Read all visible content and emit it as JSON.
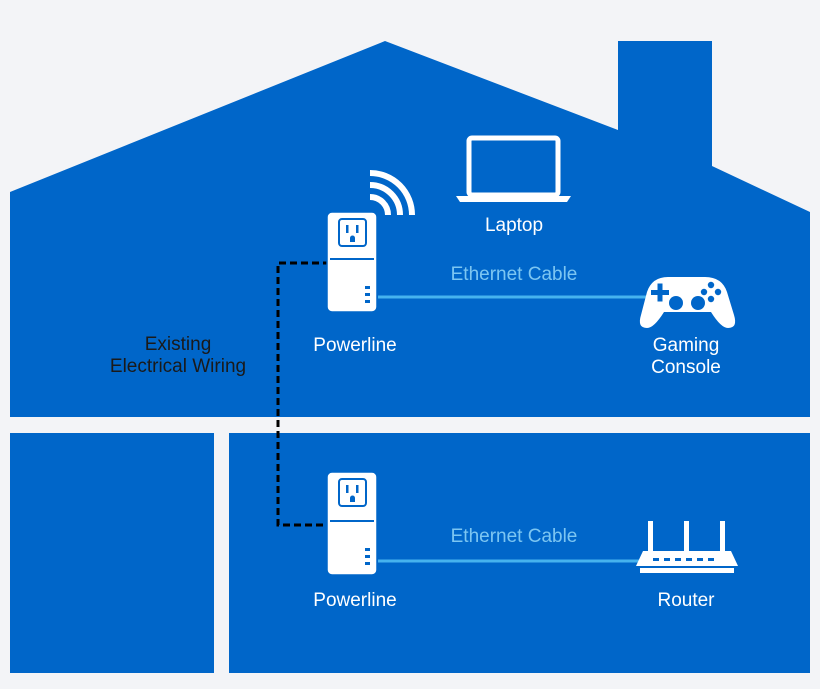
{
  "colors": {
    "house": "#0066c9",
    "background": "#f3f4f7",
    "ethernet": "#46b3ee",
    "device": "#ffffff",
    "wiring": "#000000"
  },
  "labels": {
    "laptop": "Laptop",
    "ethernet_upper": "Ethernet Cable",
    "ethernet_lower": "Ethernet Cable",
    "powerline_upper": "Powerline",
    "powerline_lower": "Powerline",
    "gaming_line1": "Gaming",
    "gaming_line2": "Console",
    "router": "Router",
    "wiring_line1": "Existing",
    "wiring_line2": "Electrical Wiring"
  },
  "icons": {
    "laptop": "laptop-icon",
    "wifi": "wifi-icon",
    "gamepad": "gamepad-icon",
    "router": "router-icon",
    "outlet": "outlet-icon",
    "adapter": "powerline-adapter-icon"
  }
}
